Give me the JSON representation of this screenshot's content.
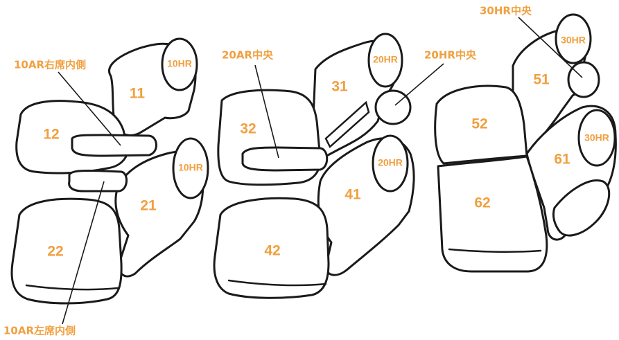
{
  "colors": {
    "label": "#f0a040",
    "outline": "#1a1a1a",
    "fill": "#ffffff"
  },
  "left_group": {
    "seat_11": "11",
    "seat_12": "12",
    "seat_21": "21",
    "seat_22": "22",
    "headrest_upper": "10HR",
    "headrest_lower": "10HR",
    "callout_right_inner": "10AR右席内側",
    "callout_left_inner": "10AR左席内側"
  },
  "middle_group": {
    "seat_31": "31",
    "seat_32": "32",
    "seat_41": "41",
    "seat_42": "42",
    "headrest_upper": "20HR",
    "headrest_lower": "20HR",
    "callout_armrest_center": "20AR中央",
    "callout_headrest_center": "20HR中央"
  },
  "right_group": {
    "seat_51": "51",
    "seat_52": "52",
    "seat_61": "61",
    "seat_62": "62",
    "headrest_upper": "30HR",
    "headrest_lower": "30HR",
    "callout_headrest_center": "30HR中央"
  }
}
